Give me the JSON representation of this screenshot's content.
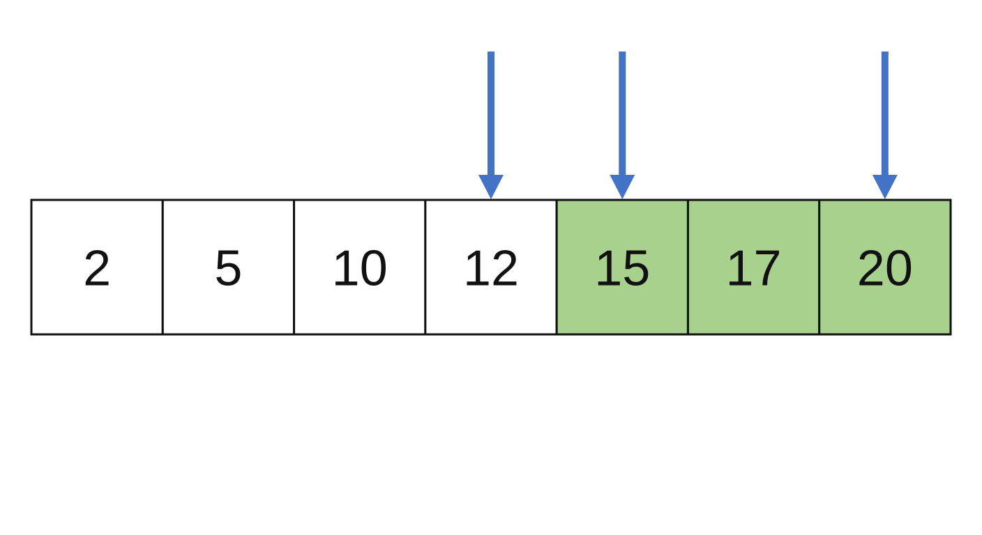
{
  "array": {
    "cells": [
      {
        "value": "2",
        "highlighted": false,
        "pointer": false
      },
      {
        "value": "5",
        "highlighted": false,
        "pointer": false
      },
      {
        "value": "10",
        "highlighted": false,
        "pointer": false
      },
      {
        "value": "12",
        "highlighted": false,
        "pointer": true
      },
      {
        "value": "15",
        "highlighted": true,
        "pointer": true
      },
      {
        "value": "17",
        "highlighted": true,
        "pointer": false
      },
      {
        "value": "20",
        "highlighted": true,
        "pointer": true
      }
    ]
  },
  "colors": {
    "highlight": "#a9d18e",
    "plain": "#ffffff",
    "border": "#111111",
    "arrow": "#4472c4"
  }
}
